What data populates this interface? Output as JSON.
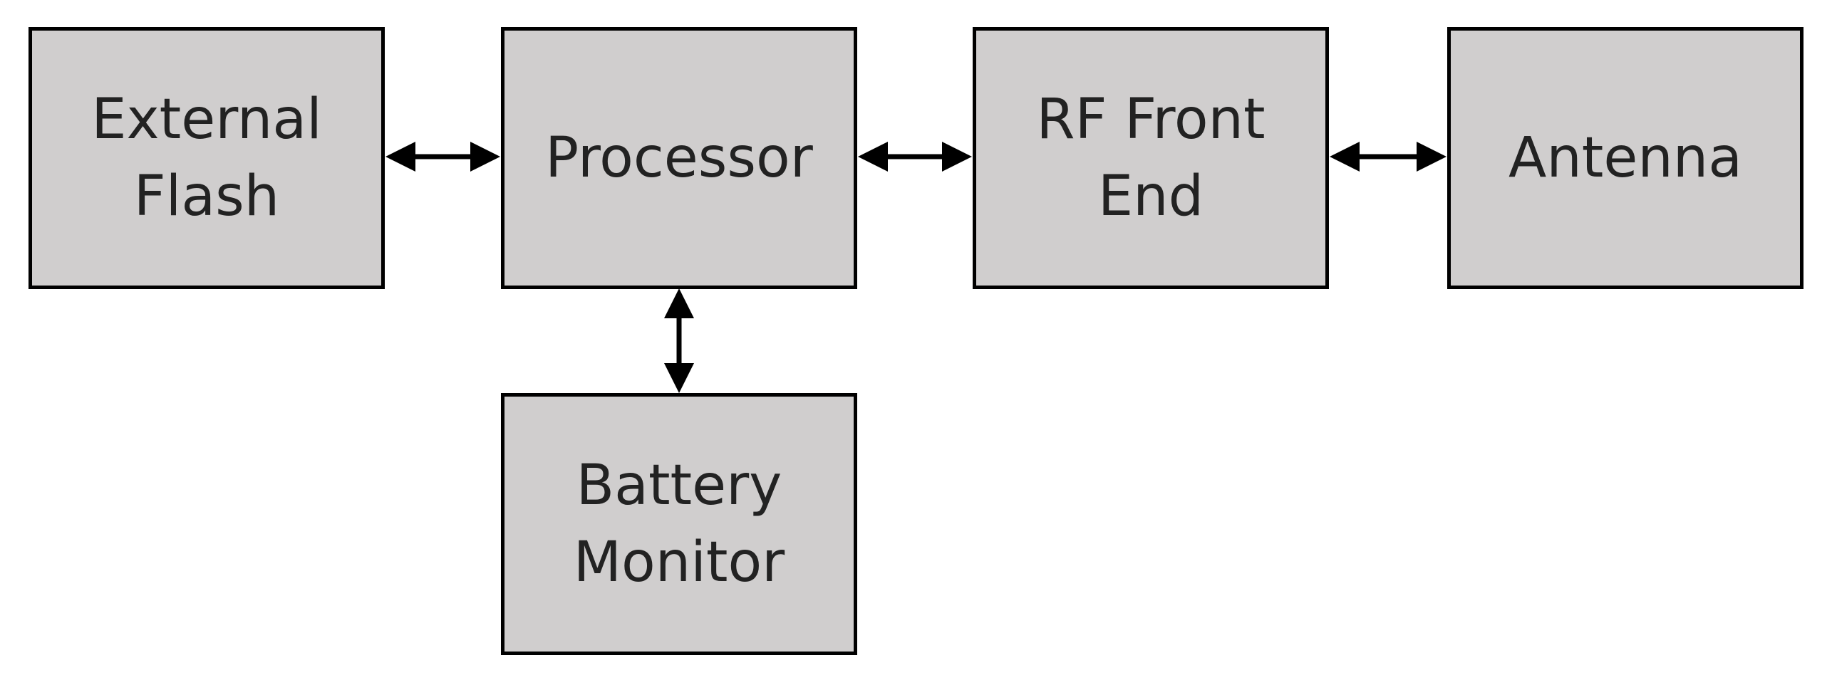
{
  "diagram": {
    "blocks": {
      "external_flash": "External\nFlash",
      "processor": "Processor",
      "rf_front_end": "RF Front\nEnd",
      "antenna": "Antenna",
      "battery_monitor": "Battery\nMonitor"
    },
    "connections": [
      {
        "from": "external_flash",
        "to": "processor",
        "direction": "bidirectional"
      },
      {
        "from": "processor",
        "to": "rf_front_end",
        "direction": "bidirectional"
      },
      {
        "from": "rf_front_end",
        "to": "antenna",
        "direction": "bidirectional"
      },
      {
        "from": "processor",
        "to": "battery_monitor",
        "direction": "bidirectional"
      }
    ]
  },
  "colors": {
    "block_fill": "#d0cece",
    "block_border": "#000000",
    "arrow": "#000000",
    "text": "#222222",
    "background": "#ffffff"
  }
}
